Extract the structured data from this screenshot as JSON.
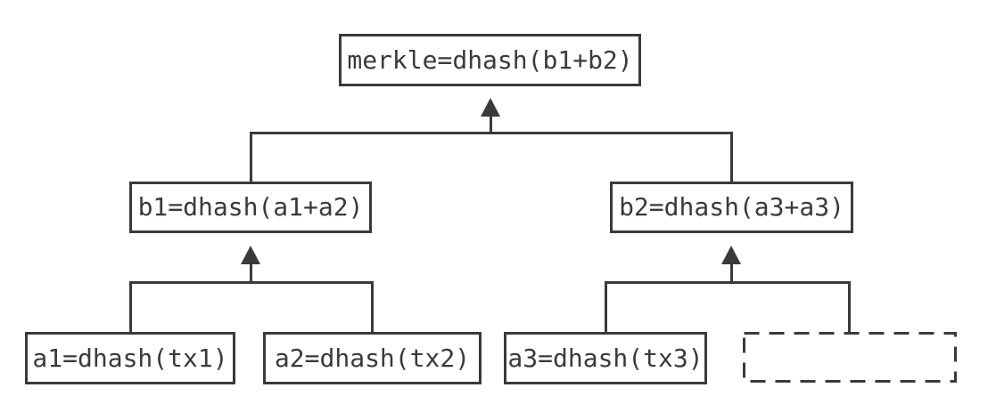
{
  "diagram": {
    "kind": "merkle-tree",
    "nodes": {
      "merkle": {
        "label": "merkle=dhash(b1+b2)"
      },
      "b1": {
        "label": "b1=dhash(a1+a2)"
      },
      "b2": {
        "label": "b2=dhash(a3+a3)"
      },
      "a1": {
        "label": "a1=dhash(tx1)"
      },
      "a2": {
        "label": "a2=dhash(tx2)"
      },
      "a3": {
        "label": "a3=dhash(tx3)"
      },
      "empty": {
        "label": "",
        "style": "dashed-placeholder"
      }
    },
    "edges": [
      {
        "from": "b1",
        "to": "merkle",
        "arrow": "up"
      },
      {
        "from": "b2",
        "to": "merkle",
        "arrow": "up"
      },
      {
        "from": "a1",
        "to": "b1",
        "arrow": "up"
      },
      {
        "from": "a2",
        "to": "b1",
        "arrow": "up"
      },
      {
        "from": "a3",
        "to": "b2",
        "arrow": "up"
      },
      {
        "from": "empty",
        "to": "b2",
        "arrow": "up"
      }
    ],
    "colors": {
      "line": "#3a3a3a",
      "text": "#3a3a3a",
      "background": "#ffffff"
    }
  }
}
